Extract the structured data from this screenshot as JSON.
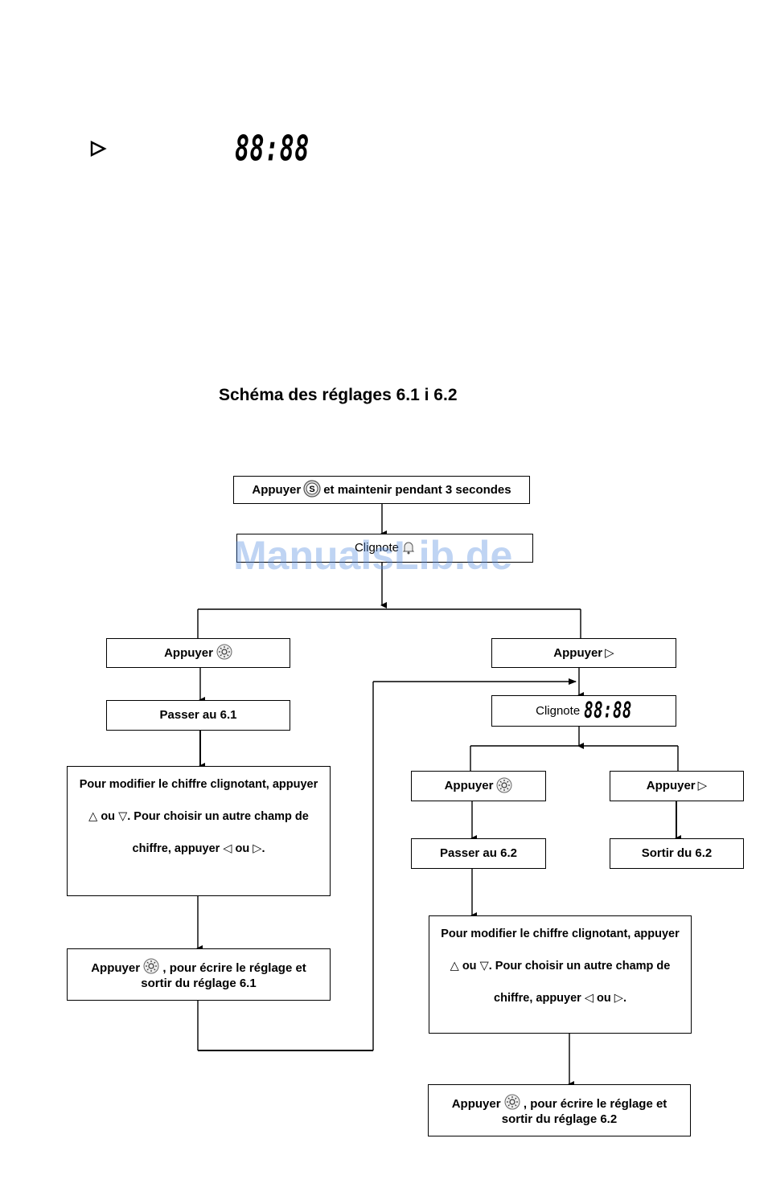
{
  "header": {
    "play_icon": "triangle-right-icon",
    "display_digits": "88:88"
  },
  "title": "Schéma des réglages  6.1 i 6.2",
  "watermark": "ManualsLib.de",
  "flow": {
    "start": {
      "pre": "Appuyer",
      "post": "et maintenir pendant 3 secondes"
    },
    "blink": {
      "text": "Clignote"
    },
    "left_press": {
      "text": "Appuyer"
    },
    "left_go": {
      "text": "Passer au 6.1"
    },
    "left_instr": {
      "line1": "Pour modifier le chiffre clignotant, appuyer",
      "line2_pre": "ou",
      "line2_post": ". Pour choisir un autre champ de",
      "line3_pre": "chiffre, appuyer",
      "line3_mid": "ou",
      "line3_post": "."
    },
    "left_save": {
      "pre": "Appuyer",
      "post": ", pour écrire le réglage et",
      "line2": "sortir du réglage 6.1"
    },
    "right_press": {
      "text": "Appuyer"
    },
    "right_blink": {
      "text": "Clignote",
      "digits": "88:88"
    },
    "right_left_press": {
      "text": "Appuyer"
    },
    "right_go": {
      "text": "Passer au 6.2"
    },
    "right_right_press": {
      "text": "Appuyer"
    },
    "right_exit": {
      "text": "Sortir du 6.2"
    },
    "right_instr": {
      "line1": "Pour modifier le chiffre clignotant, appuyer",
      "line2_pre": "ou",
      "line2_post": ". Pour choisir un autre champ de",
      "line3_pre": "chiffre, appuyer",
      "line3_mid": "ou",
      "line3_post": "."
    },
    "right_save": {
      "pre": "Appuyer",
      "post": ", pour écrire le réglage et",
      "line2": "sortir du réglage 6.2"
    }
  }
}
